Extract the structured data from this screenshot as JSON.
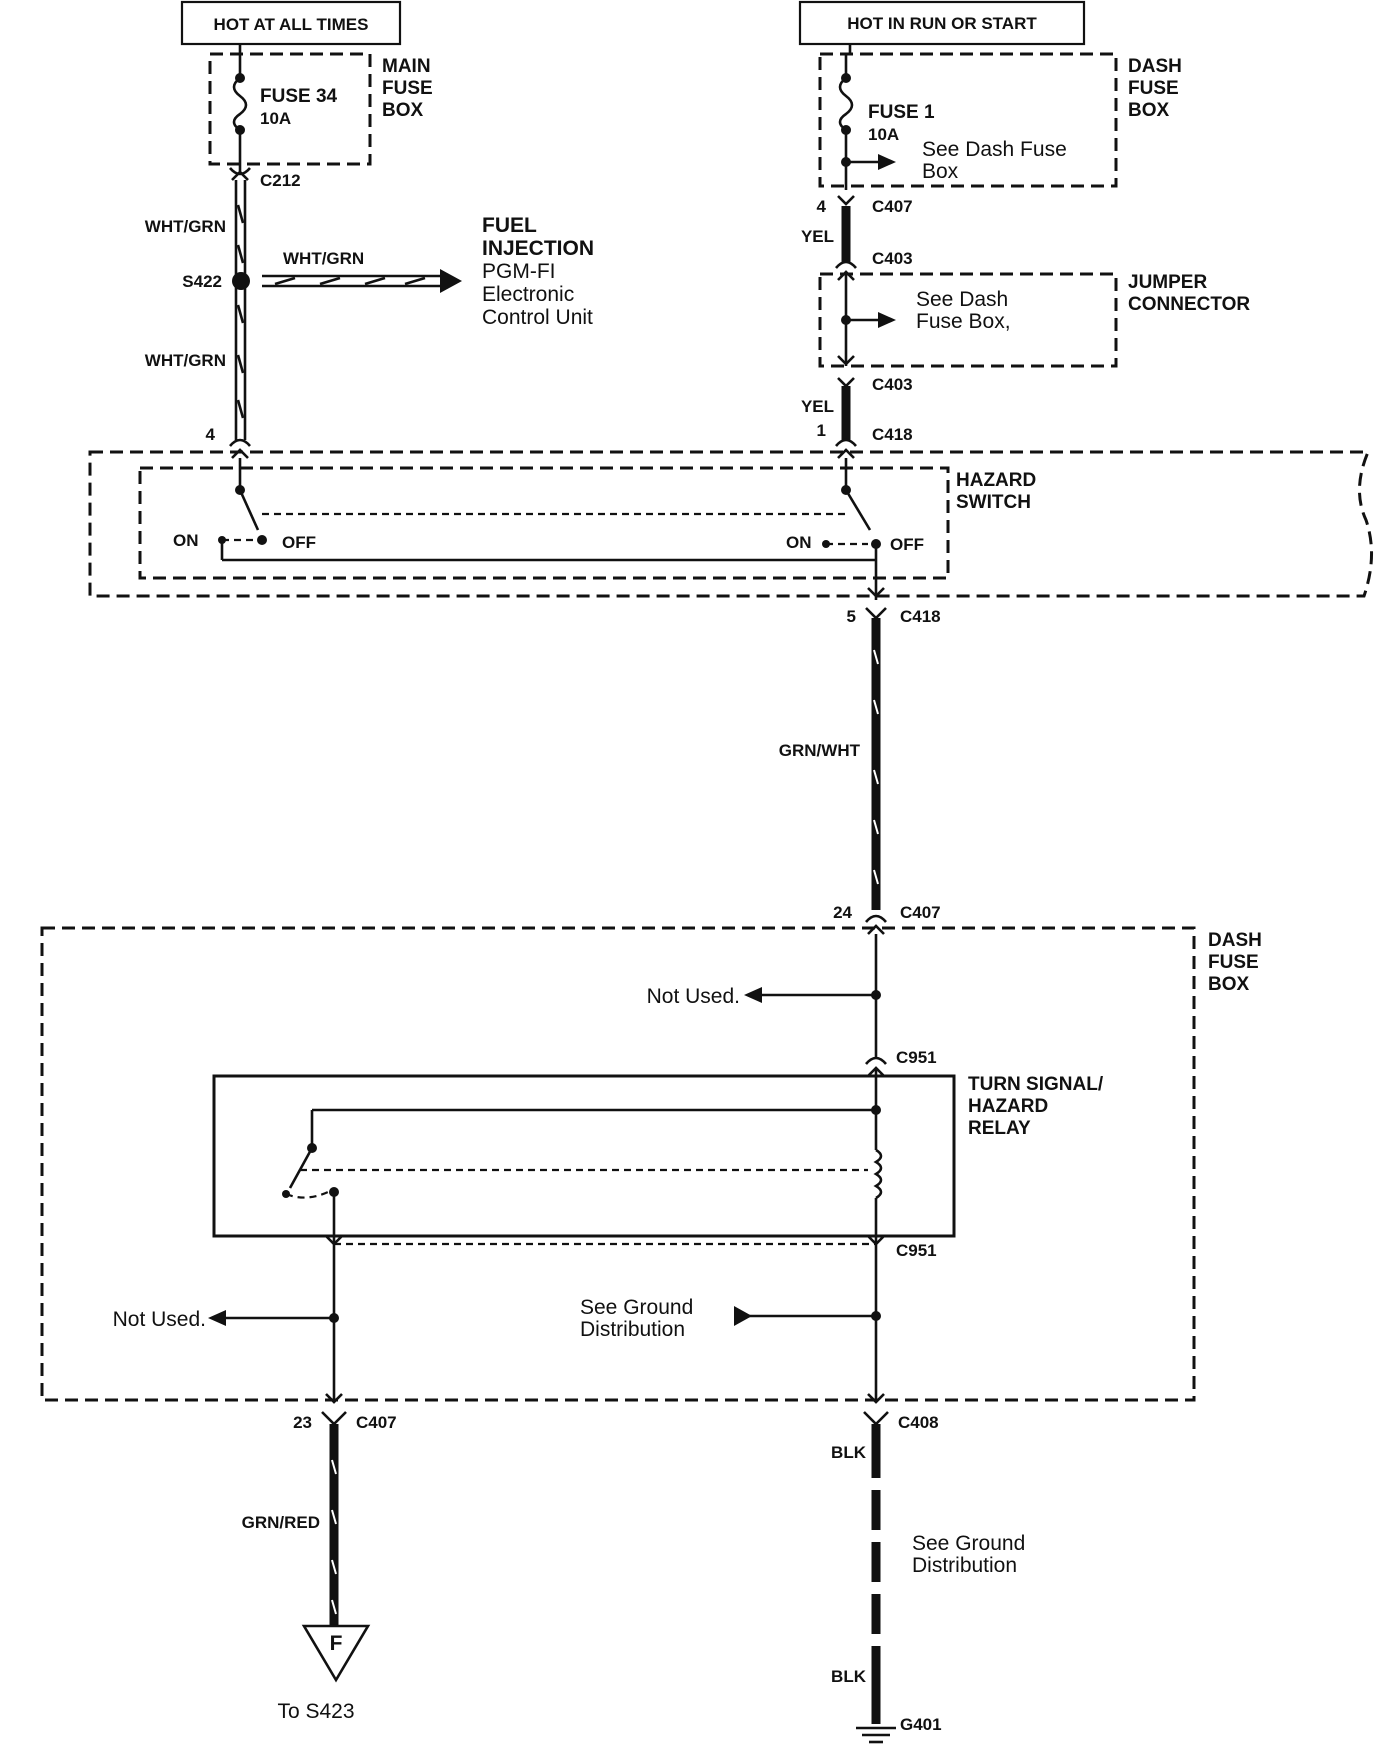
{
  "sources": {
    "hot_at_all_times": "HOT AT ALL TIMES",
    "hot_in_run_or_start": "HOT IN RUN OR START"
  },
  "main_fuse_box": {
    "label_lines": [
      "MAIN",
      "FUSE",
      "BOX"
    ],
    "fuse_name": "FUSE 34",
    "fuse_rating": "10A",
    "connector": "C212"
  },
  "dash_fuse_box_top": {
    "label_lines": [
      "DASH",
      "FUSE",
      "BOX"
    ],
    "fuse_name": "FUSE 1",
    "fuse_rating": "10A",
    "see_lines": [
      "See Dash Fuse",
      "Box"
    ]
  },
  "jumper_connector": {
    "label_lines": [
      "JUMPER",
      "CONNECTOR"
    ],
    "see_lines": [
      "See Dash",
      "Fuse Box,"
    ],
    "connector_top": "C403",
    "connector_bottom": "C403"
  },
  "left_circuit": {
    "wire_upper": "WHT/GRN",
    "wire_lower": "WHT/GRN",
    "splice": "S422",
    "branch_wire": "WHT/GRN",
    "branch_dest_lines": [
      "FUEL",
      "INJECTION",
      "PGM-FI",
      "Electronic",
      "Control Unit"
    ],
    "switch_pin": "4"
  },
  "right_circuit": {
    "pin_c407": "4",
    "c407": "C407",
    "wire_yel_1": "YEL",
    "wire_yel_2": "YEL",
    "switch_pin": "1",
    "switch_connector": "C418"
  },
  "hazard_switch": {
    "label_lines": [
      "HAZARD",
      "SWITCH"
    ],
    "on_label": "ON",
    "off_label": "OFF"
  },
  "output": {
    "pin": "5",
    "connector": "C418",
    "wire": "GRN/WHT",
    "dash_pin": "24",
    "dash_connector": "C407"
  },
  "dash_fuse_box_bottom": {
    "label_lines": [
      "DASH",
      "FUSE",
      "BOX"
    ],
    "not_used_top": "Not Used.",
    "not_used_bottom": "Not Used.",
    "see_ground_lines": [
      "See Ground",
      "Distribution"
    ]
  },
  "relay": {
    "label_lines": [
      "TURN SIGNAL/",
      "HAZARD",
      "RELAY"
    ],
    "connector_top": "C951",
    "connector_bottom": "C951"
  },
  "left_exit": {
    "pin": "23",
    "connector": "C407",
    "wire": "GRN/RED",
    "flag": "F",
    "destination": "To S423"
  },
  "right_exit": {
    "connector": "C408",
    "wire_top": "BLK",
    "see_ground_lines": [
      "See Ground",
      "Distribution"
    ],
    "wire_bottom": "BLK",
    "ground": "G401"
  }
}
